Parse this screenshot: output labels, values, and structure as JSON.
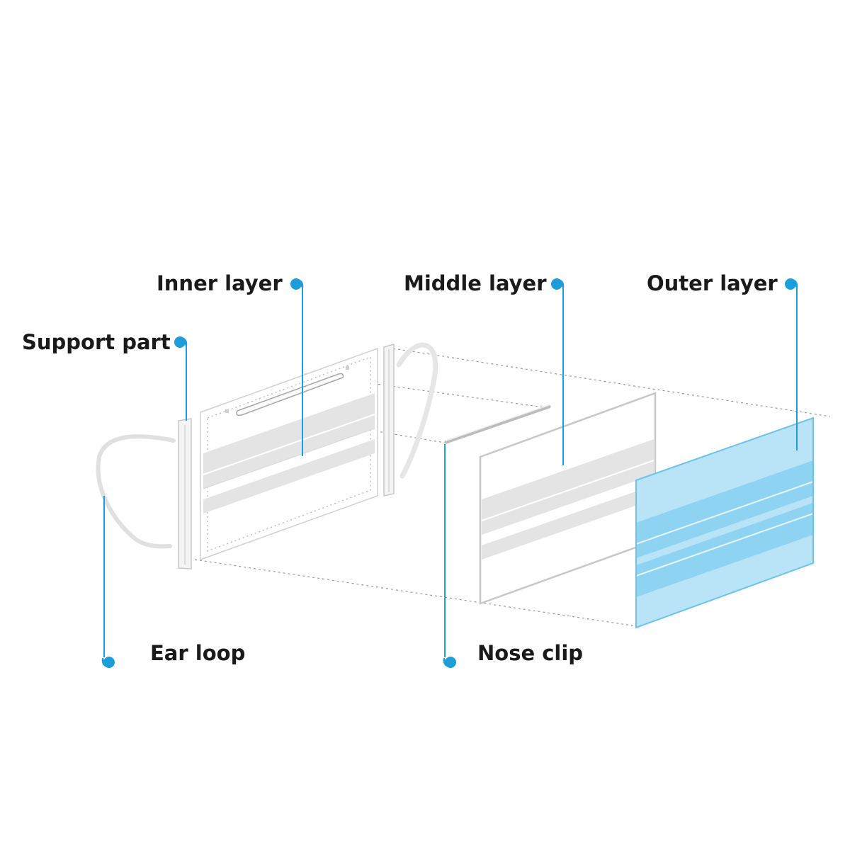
{
  "labels": {
    "inner_layer": "Inner layer",
    "middle_layer": "Middle layer",
    "outer_layer": "Outer layer",
    "support_part": "Support part",
    "ear_loop": "Ear loop",
    "nose_clip": "Nose clip"
  },
  "colors": {
    "accent": "#1e9ed8",
    "label_text": "#1a1a1a",
    "outline_gray": "#c8c8c8",
    "band_gray": "#e4e4e4",
    "outer_fill": "#b9e3f6",
    "outer_band": "#8fd3f2",
    "outer_edge": "#6cc3ea"
  }
}
